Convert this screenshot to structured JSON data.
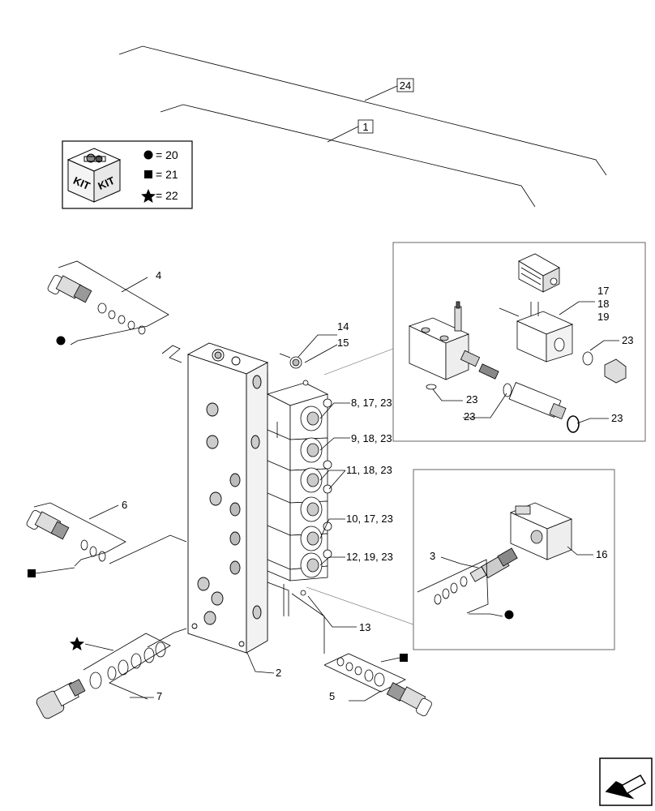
{
  "kit_legend": {
    "kit_logo_text_left": "KIT",
    "kit_logo_text_right": "KIT",
    "items": [
      {
        "symbol": "circle",
        "label": "= 20"
      },
      {
        "symbol": "square",
        "label": "= 21"
      },
      {
        "symbol": "star",
        "label": "= 22"
      }
    ]
  },
  "callouts": {
    "c24": "24",
    "c1": "1",
    "c4": "4",
    "c14": "14",
    "c15": "15",
    "c8": "8, 17, 23",
    "c9": "9, 18, 23",
    "c11": "11, 18, 23",
    "c10": "10, 17, 23",
    "c12": "12, 19, 23",
    "c6": "6",
    "c2": "2",
    "c13": "13",
    "c5": "5",
    "c7": "7",
    "c3": "3",
    "c16": "16",
    "d17": "17",
    "d18": "18",
    "d19": "19",
    "d23a": "23",
    "d23b": "23",
    "d23c": "23",
    "d23d": "23"
  },
  "colors": {
    "line": "#000000",
    "gray": "#666666",
    "background": "#ffffff"
  },
  "nav_icon": "arrow-next-page-icon"
}
